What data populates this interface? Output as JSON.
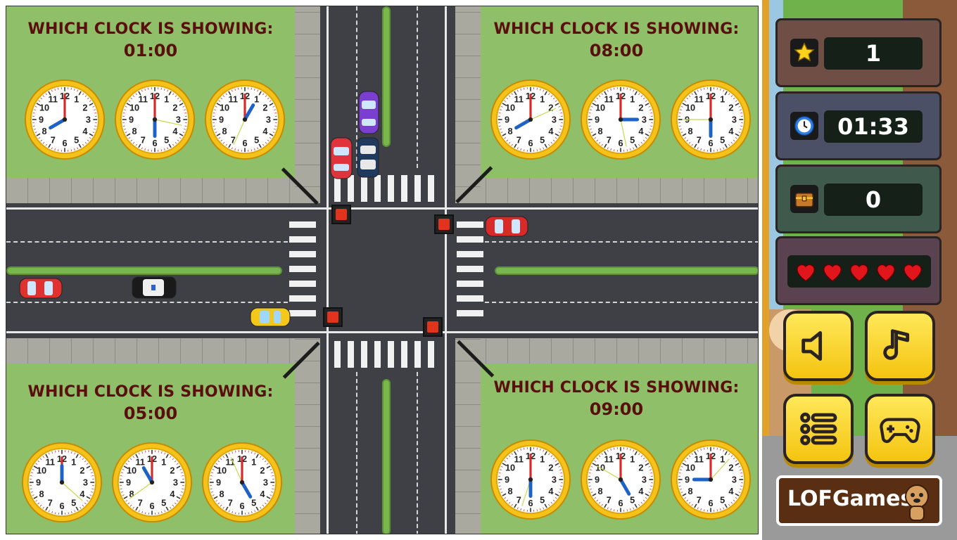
{
  "questions": [
    {
      "prompt": "WHICH CLOCK IS SHOWING:",
      "time": "01:00",
      "clocks": [
        {
          "h": 8,
          "m": 0
        },
        {
          "h": 6,
          "m": 0
        },
        {
          "h": 1,
          "m": 0
        }
      ]
    },
    {
      "prompt": "WHICH CLOCK IS SHOWING:",
      "time": "08:00",
      "clocks": [
        {
          "h": 8,
          "m": 0
        },
        {
          "h": 3,
          "m": 0
        },
        {
          "h": 6,
          "m": 0
        }
      ]
    },
    {
      "prompt": "WHICH CLOCK IS SHOWING:",
      "time": "05:00",
      "clocks": [
        {
          "h": 12,
          "m": 0
        },
        {
          "h": 11,
          "m": 0
        },
        {
          "h": 5,
          "m": 0
        }
      ]
    },
    {
      "prompt": "WHICH CLOCK IS SHOWING:",
      "time": "09:00",
      "clocks": [
        {
          "h": 6,
          "m": 0
        },
        {
          "h": 5,
          "m": 0
        },
        {
          "h": 9,
          "m": 0
        }
      ]
    }
  ],
  "hud": {
    "stars": "1",
    "timer": "01:33",
    "chests": "0",
    "lives": 5
  },
  "icons": {
    "star": "star-icon",
    "timer": "clock-icon",
    "chest": "treasure-chest-icon",
    "heart": "heart-icon",
    "sound": "speaker-icon",
    "music": "music-note-icon",
    "menu": "list-menu-icon",
    "games": "gamepad-icon"
  },
  "brand": {
    "logo_text": "LOFGames"
  },
  "colors": {
    "stat_star": "#6e4e45",
    "stat_timer": "#4b5066",
    "stat_chest": "#3f5a4c",
    "stat_lives": "#5b4250",
    "button_yellow": "#f7d31c",
    "heart": "#e1161c"
  }
}
